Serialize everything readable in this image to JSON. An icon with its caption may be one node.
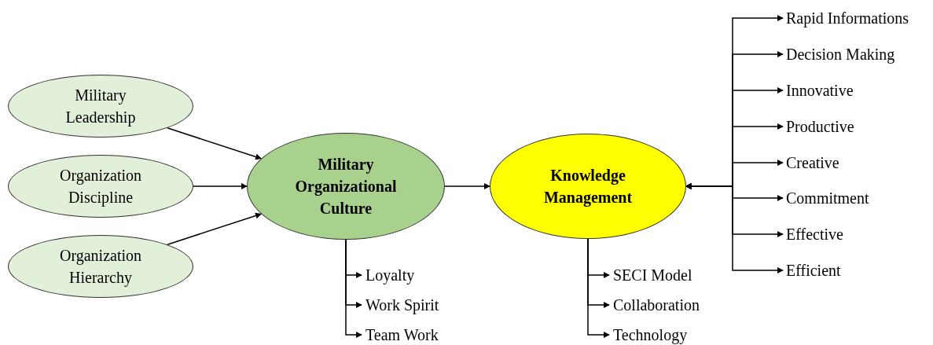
{
  "diagram": {
    "nodes": [
      {
        "text": [
          "Military Leadership"
        ]
      },
      {
        "text": [
          "Organization Discipline"
        ]
      },
      {
        "text": [
          "Organization Hierarchy"
        ]
      },
      {
        "text": [
          "Military Organizational Culture"
        ]
      },
      {
        "text": [
          "Knowledge Management"
        ]
      },
      {
        "text": [
          "Loyalty"
        ]
      },
      {
        "text": [
          "Work Spirit"
        ]
      },
      {
        "text": [
          "Team Work"
        ]
      },
      {
        "text": [
          "SECI Model"
        ]
      },
      {
        "text": [
          "Collaboration"
        ]
      },
      {
        "text": [
          "Technology"
        ]
      },
      {
        "text": [
          "Rapid Informations"
        ]
      },
      {
        "text": [
          "Decision Making"
        ]
      },
      {
        "text": [
          "Innovative"
        ]
      },
      {
        "text": [
          "Productive"
        ]
      },
      {
        "text": [
          "Creative"
        ]
      },
      {
        "text": [
          "Commitment"
        ]
      },
      {
        "text": [
          "Effective"
        ]
      },
      {
        "text": [
          "Efficient"
        ]
      }
    ],
    "edges": [
      {
        "from": 0,
        "to": 3,
        "arrow": "to"
      },
      {
        "from": 1,
        "to": 3,
        "arrow": "to"
      },
      {
        "from": 2,
        "to": 3,
        "arrow": "to"
      },
      {
        "from": 3,
        "to": 4,
        "arrow": "to"
      },
      {
        "from": 3,
        "to": 5,
        "arrow": "to"
      },
      {
        "from": 3,
        "to": 6,
        "arrow": "to"
      },
      {
        "from": 3,
        "to": 7,
        "arrow": "to"
      },
      {
        "from": 4,
        "to": 8,
        "arrow": "to"
      },
      {
        "from": 4,
        "to": 9,
        "arrow": "to"
      },
      {
        "from": 4,
        "to": 10,
        "arrow": "to"
      },
      {
        "from": 4,
        "to": 11,
        "arrow": "both"
      },
      {
        "from": 4,
        "to": 12,
        "arrow": "both"
      },
      {
        "from": 4,
        "to": 13,
        "arrow": "both"
      },
      {
        "from": 4,
        "to": 14,
        "arrow": "both"
      },
      {
        "from": 4,
        "to": 15,
        "arrow": "both"
      },
      {
        "from": 4,
        "to": 16,
        "arrow": "both"
      },
      {
        "from": 4,
        "to": 17,
        "arrow": "both"
      },
      {
        "from": 4,
        "to": 18,
        "arrow": "both"
      }
    ]
  }
}
